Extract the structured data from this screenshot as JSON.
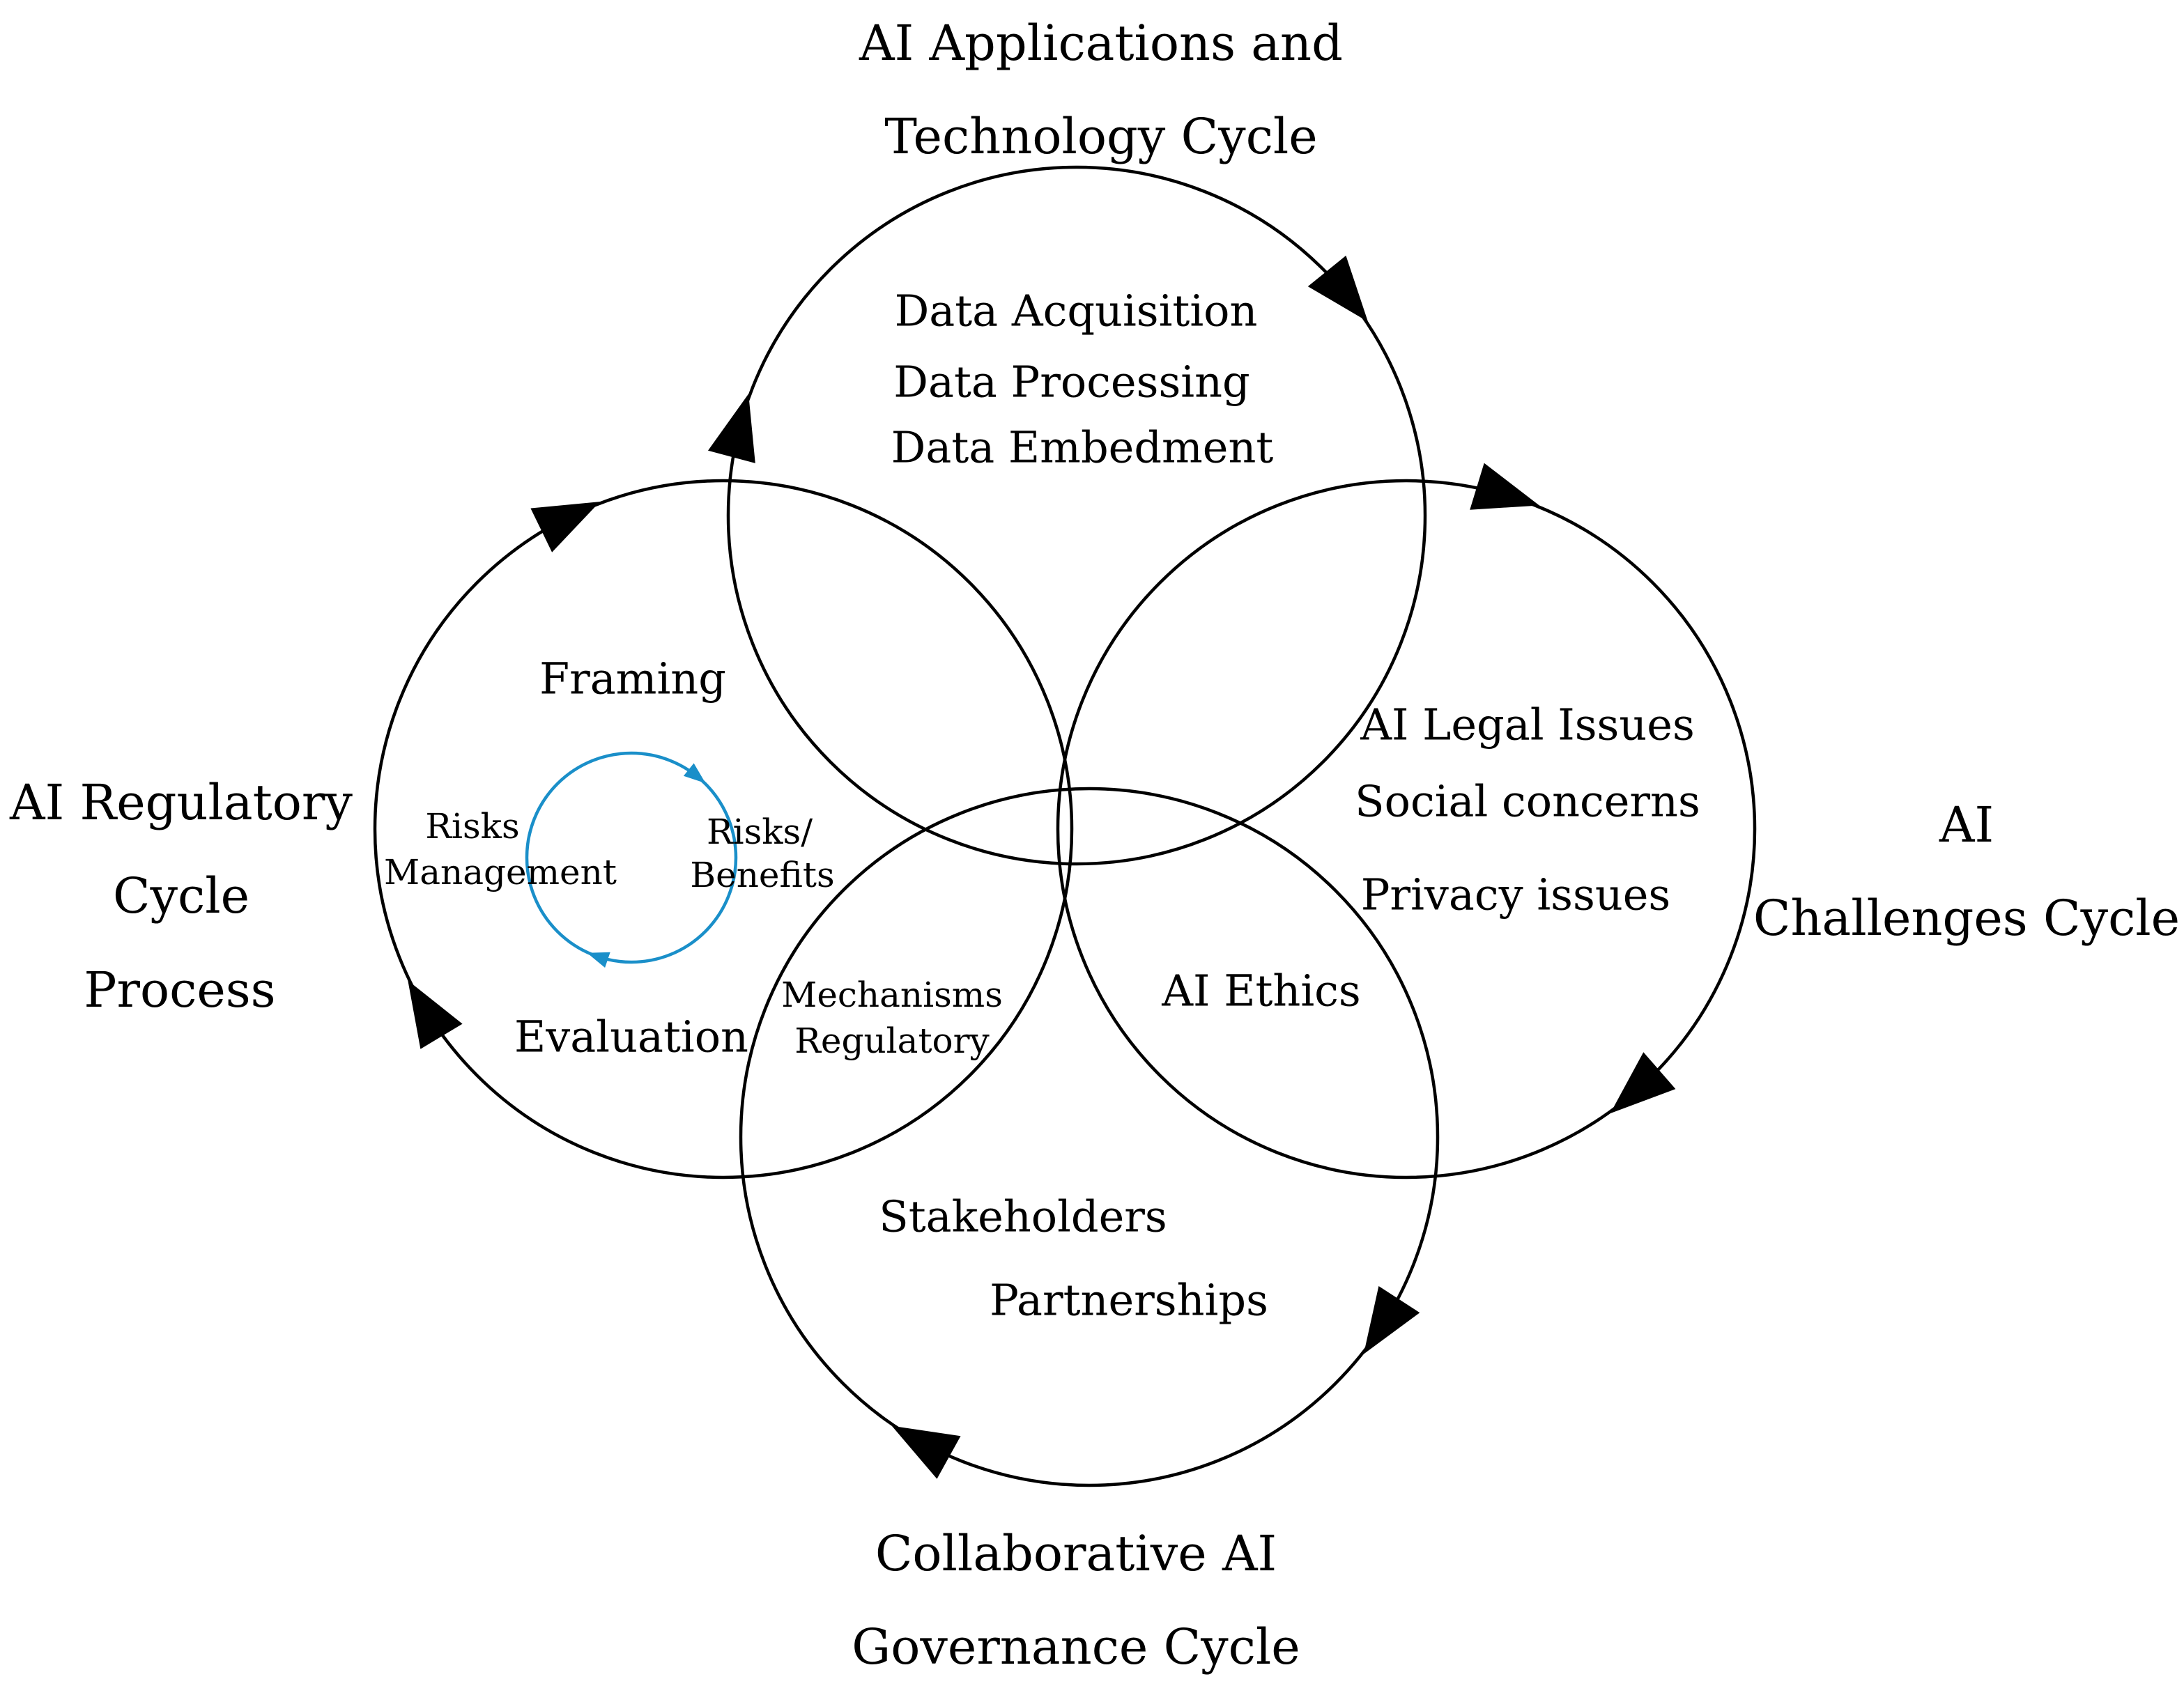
{
  "colors": {
    "stroke": "#000000",
    "inner_cycle": "#1a8fc9",
    "background": "#ffffff"
  },
  "cycles": {
    "top": {
      "title_line1": "AI Applications and",
      "title_line2": "Technology Cycle",
      "items": [
        "Data Acquisition",
        "Data Processing",
        "Data Embedment"
      ]
    },
    "left": {
      "title_line1": "AI Regulatory",
      "title_line2": "Cycle",
      "title_line3": "Process",
      "items": [
        "Framing",
        "Evaluation"
      ]
    },
    "right": {
      "title_line1": "AI",
      "title_line2": "Challenges Cycle",
      "items": [
        "AI Legal Issues",
        "Social concerns",
        "Privacy issues"
      ]
    },
    "bottom": {
      "title_line1": "Collaborative AI",
      "title_line2": "Governance Cycle",
      "items": [
        "Stakeholders",
        "Partnerships"
      ]
    }
  },
  "inner_cycle": {
    "left_line1": "Risks",
    "left_line2": "Management",
    "right_line1": "Risks/",
    "right_line2": "Benefits"
  },
  "overlaps": {
    "left_bottom_line1": "Mechanisms",
    "left_bottom_line2": "Regulatory",
    "right_bottom": "AI Ethics"
  }
}
